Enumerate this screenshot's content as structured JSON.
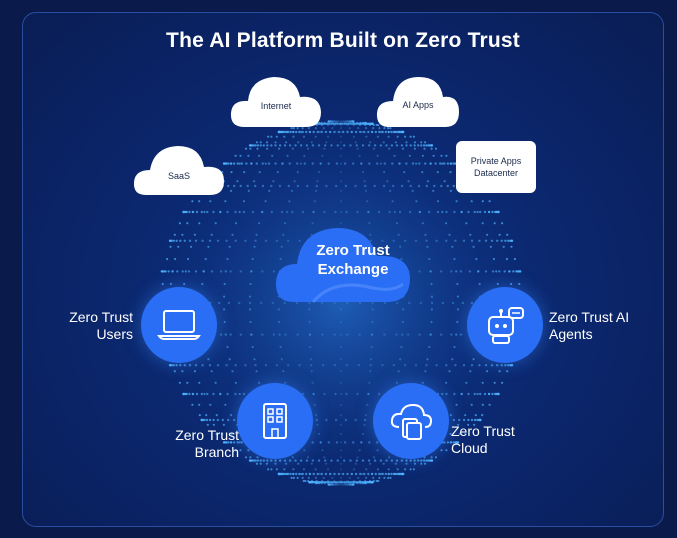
{
  "title": "The AI Platform Built on Zero Trust",
  "clouds": {
    "internet": "Internet",
    "ai_apps": "AI Apps",
    "saas": "SaaS"
  },
  "private_apps": {
    "line1": "Private Apps",
    "line2": "Datacenter"
  },
  "hub": {
    "line1": "Zero Trust",
    "line2": "Exchange"
  },
  "nodes": {
    "users": {
      "line1": "Zero Trust",
      "line2": "Users",
      "icon": "laptop-icon"
    },
    "ai_agents": {
      "line1": "Zero Trust AI",
      "line2": "Agents",
      "icon": "robot-icon"
    },
    "branch": {
      "line1": "Zero Trust",
      "line2": "Branch",
      "icon": "building-icon"
    },
    "cloud": {
      "line1": "Zero Trust",
      "line2": "Cloud",
      "icon": "cloud-apps-icon"
    }
  },
  "colors": {
    "background": "#0a1a4a",
    "node_blue": "#2a6ef5",
    "dot_cyan": "#4fb3ff"
  }
}
